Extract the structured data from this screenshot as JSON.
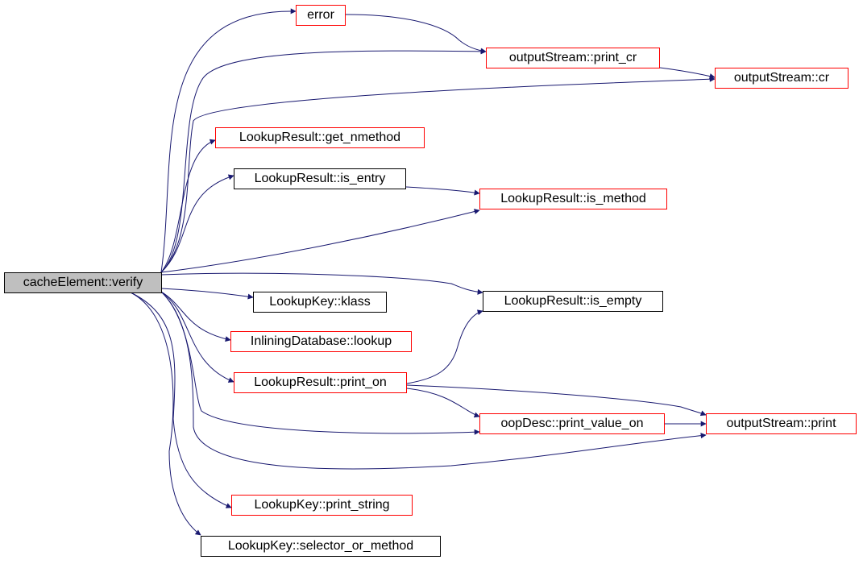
{
  "diagram": {
    "type": "call-graph",
    "colors": {
      "edge": "#191970",
      "link_border": "#ff0000",
      "plain_border": "#000000",
      "root_fill": "#bfbfbf"
    },
    "nodes": {
      "verify": "cacheElement::verify",
      "error": "error",
      "print_cr": "outputStream::print_cr",
      "cr": "outputStream::cr",
      "get_nmethod": "LookupResult::get_nmethod",
      "is_entry": "LookupResult::is_entry",
      "is_method": "LookupResult::is_method",
      "klass": "LookupKey::klass",
      "is_empty": "LookupResult::is_empty",
      "lookup": "InliningDatabase::lookup",
      "print_on": "LookupResult::print_on",
      "print_value_on": "oopDesc::print_value_on",
      "print": "outputStream::print",
      "print_string": "LookupKey::print_string",
      "selector_or_method": "LookupKey::selector_or_method"
    },
    "edges": [
      [
        "verify",
        "error"
      ],
      [
        "verify",
        "print_cr"
      ],
      [
        "verify",
        "cr"
      ],
      [
        "verify",
        "get_nmethod"
      ],
      [
        "verify",
        "is_entry"
      ],
      [
        "verify",
        "is_method"
      ],
      [
        "verify",
        "is_empty"
      ],
      [
        "verify",
        "klass"
      ],
      [
        "verify",
        "lookup"
      ],
      [
        "verify",
        "print_on"
      ],
      [
        "verify",
        "print_value_on"
      ],
      [
        "verify",
        "print"
      ],
      [
        "verify",
        "print_string"
      ],
      [
        "verify",
        "selector_or_method"
      ],
      [
        "error",
        "print_cr"
      ],
      [
        "print_cr",
        "cr"
      ],
      [
        "is_entry",
        "is_method"
      ],
      [
        "print_on",
        "is_empty"
      ],
      [
        "print_on",
        "print_value_on"
      ],
      [
        "print_on",
        "print"
      ],
      [
        "print_value_on",
        "print"
      ]
    ]
  }
}
